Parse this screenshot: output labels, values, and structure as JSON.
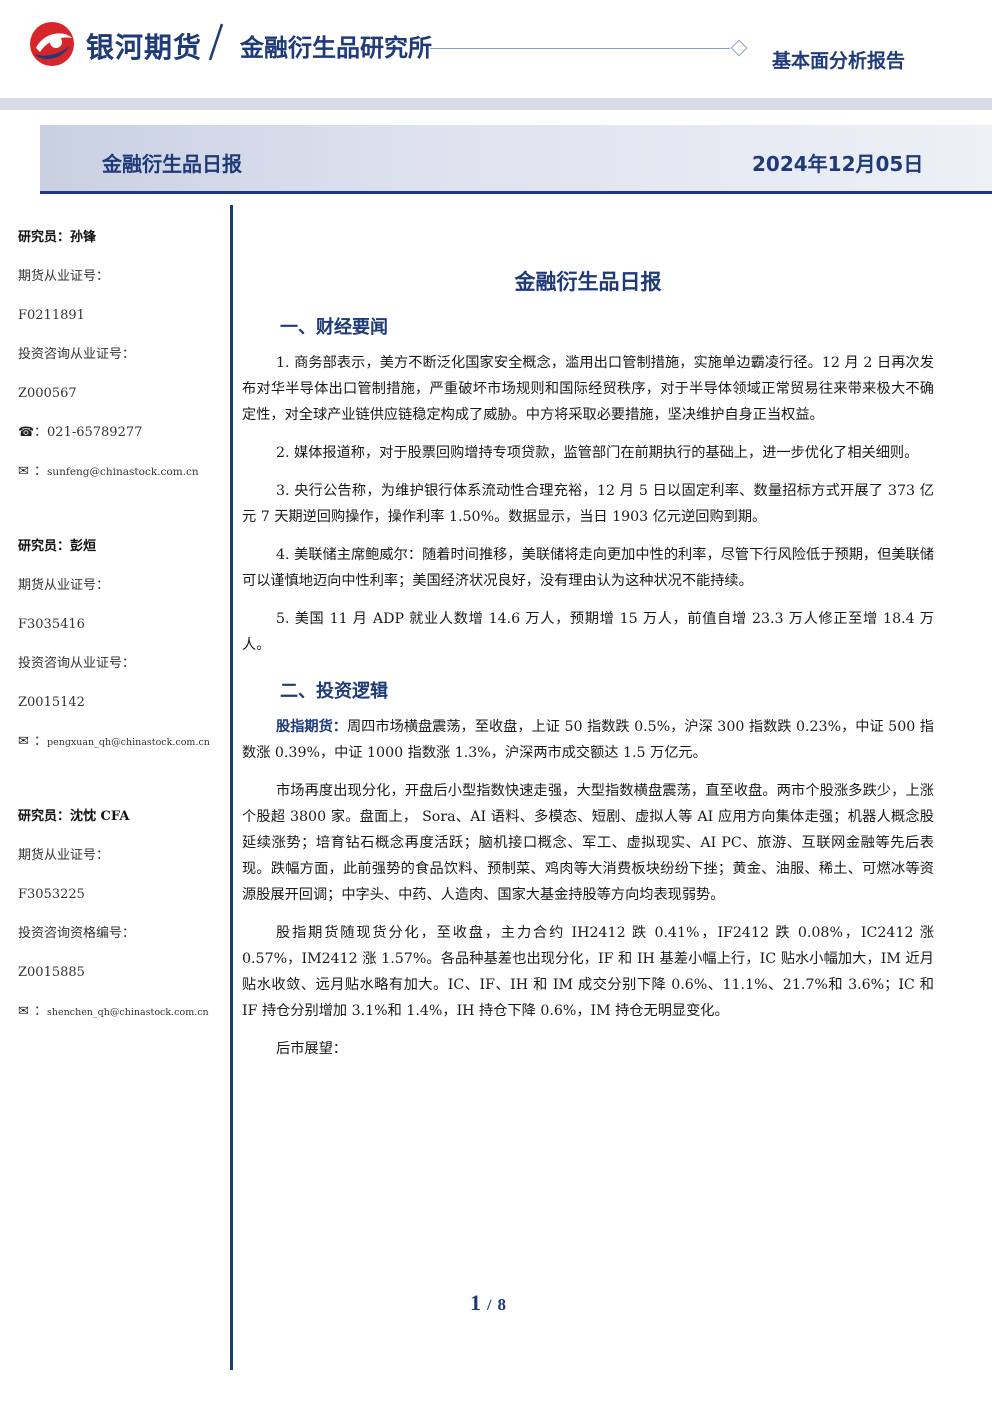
{
  "header": {
    "brand_name": "银河期货",
    "institute_name": "金融衍生品研究所",
    "report_type": "基本面分析报告",
    "colors": {
      "brand_navy": "#1e3a78",
      "logo_red": "#d6252b",
      "band": "#d7dbe8"
    },
    "logo_icon": "galaxy-futures-logo-icon"
  },
  "banner": {
    "title": "金融衍生品日报",
    "date": "2024年12月05日"
  },
  "sidebar": {
    "researchers": [
      {
        "name_line": "研究员：孙锋",
        "futures_cert_label": "期货从业证号：",
        "futures_cert": "F0211891",
        "consult_cert_label": "投资咨询从业证号：",
        "consult_cert": "Z000567",
        "phone_icon": "phone-icon",
        "phone": "021-65789277",
        "email_icon": "mail-icon",
        "email": "sunfeng@chinastock.com.cn"
      },
      {
        "name_line": "研究员：彭烜",
        "futures_cert_label": "期货从业证号：",
        "futures_cert": "F3035416",
        "consult_cert_label": "投资咨询从业证号：",
        "consult_cert": "Z0015142",
        "email_icon": "mail-icon",
        "email": "pengxuan_qh@chinastock.com.cn"
      },
      {
        "name_line": "研究员：沈忱 CFA",
        "futures_cert_label": "期货从业证号：",
        "futures_cert": "F3053225",
        "consult_cert_label": "投资咨询资格编号：",
        "consult_cert": "Z0015885",
        "email_icon": "mail-icon",
        "email": "shenchen_qh@chinastock.com.cn"
      }
    ]
  },
  "main": {
    "doc_title": "金融衍生品日报",
    "section1_heading": "一、财经要闻",
    "news": [
      "1. 商务部表示，美方不断泛化国家安全概念，滥用出口管制措施，实施单边霸凌行径。12 月 2 日再次发布对华半导体出口管制措施，严重破坏市场规则和国际经贸秩序，对于半导体领域正常贸易往来带来极大不确定性，对全球产业链供应链稳定构成了威胁。中方将采取必要措施，坚决维护自身正当权益。",
      "2. 媒体报道称，对于股票回购增持专项贷款，监管部门在前期执行的基础上，进一步优化了相关细则。",
      "3. 央行公告称，为维护银行体系流动性合理充裕，12 月 5 日以固定利率、数量招标方式开展了 373 亿元 7 天期逆回购操作，操作利率 1.50%。数据显示，当日 1903 亿元逆回购到期。",
      "4. 美联储主席鲍威尔：随着时间推移，美联储将走向更加中性的利率，尽管下行风险低于预期，但美联储可以谨慎地迈向中性利率；美国经济状况良好，没有理由认为这种状况不能持续。",
      "5. 美国 11 月 ADP 就业人数增 14.6 万人，预期增 15 万人，前值自增 23.3 万人修正至增 18.4 万人。"
    ],
    "section2_heading": "二、投资逻辑",
    "logic_label": "股指期货：",
    "logic_p1_text": "周四市场横盘震荡，至收盘，上证 50 指数跌 0.5%，沪深 300 指数跌 0.23%，中证 500 指数涨 0.39%，中证 1000 指数涨 1.3%，沪深两市成交额达 1.5 万亿元。",
    "logic_p2": "市场再度出现分化，开盘后小型指数快速走强，大型指数横盘震荡，直至收盘。两市个股涨多跌少，上涨个股超 3800 家。盘面上， Sora、AI 语料、多模态、短剧、虚拟人等 AI 应用方向集体走强；机器人概念股延续涨势；培育钻石概念再度活跃；脑机接口概念、军工、虚拟现实、AI PC、旅游、互联网金融等先后表现。跌幅方面，此前强势的食品饮料、预制菜、鸡肉等大消费板块纷纷下挫；黄金、油服、稀土、可燃冰等资源股展开回调；中字头、中药、人造肉、国家大基金持股等方向均表现弱势。",
    "logic_p3": "股指期货随现货分化，至收盘，主力合约 IH2412 跌 0.41%，IF2412 跌 0.08%，IC2412 涨 0.57%，IM2412 涨 1.57%。各品种基差也出现分化，IF 和 IH 基差小幅上行，IC 贴水小幅加大，IM 近月贴水收敛、远月贴水略有加大。IC、IF、IH 和 IM 成交分别下降 0.6%、11.1%、21.7%和 3.6%；IC 和 IF 持仓分别增加 3.1%和 1.4%，IH 持仓下降 0.6%，IM 持仓无明显变化。",
    "logic_p4": "后市展望："
  },
  "footer": {
    "page_current": "1",
    "page_separator": "/",
    "page_total": "8"
  }
}
